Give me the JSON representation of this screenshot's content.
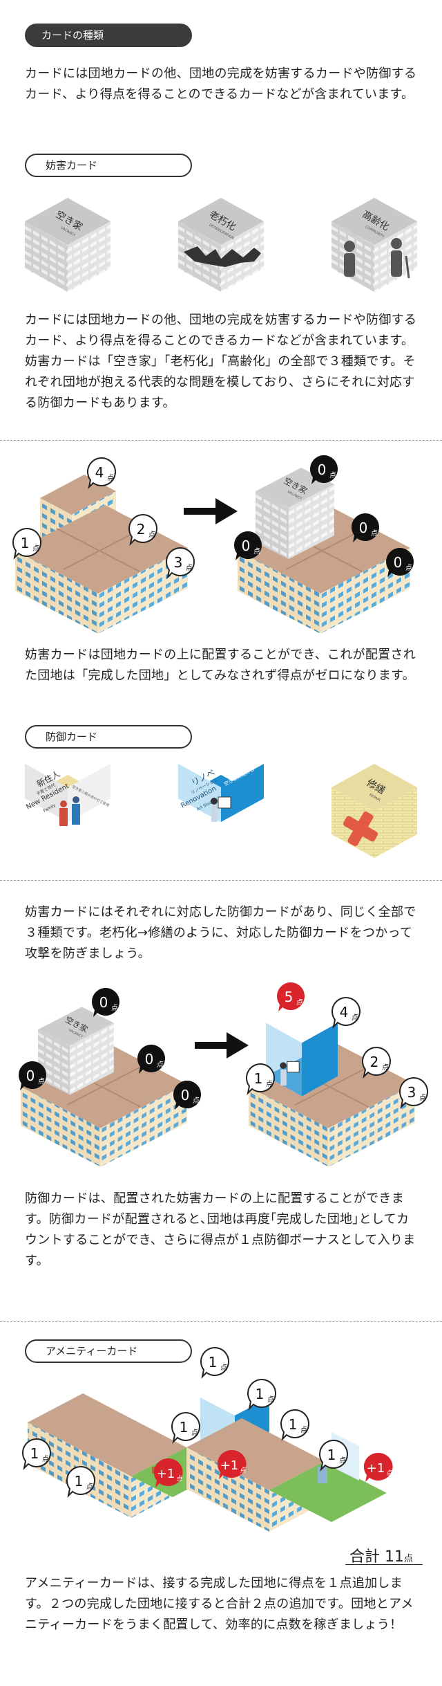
{
  "header": {
    "title": "カードの種類"
  },
  "intro": {
    "text": "カードには団地カードの他、団地の完成を妨害するカードや防御するカード、より得点を得ることのできるカードなどが含まれています。"
  },
  "obstruct": {
    "title": "妨害カード",
    "cards": [
      {
        "jp": "空き家",
        "en": "VACANCY"
      },
      {
        "jp": "老朽化",
        "en": "DETERIORATION"
      },
      {
        "jp": "高齢化",
        "en": "COMMUNITY"
      }
    ],
    "text": "カードには団地カードの他、団地の完成を妨害するカードや防御するカード、より得点を得ることのできるカードなどが含まれています。妨害カードは「空き家」「老朽化」「高齢化」の全部で３種類です。それぞれ団地が抱える代表的な問題を模しており、さらにそれに対応する防御カードもあります。"
  },
  "example1": {
    "left_scores": [
      "4",
      "2",
      "1",
      "3"
    ],
    "right_scores": [
      "0",
      "0",
      "0",
      "0"
    ],
    "unit": "点",
    "card_label_jp": "空き家",
    "card_label_en": "VACANCY",
    "text": "妨害カードは団地カードの上に配置することができ、これが配置された団地は「完成した団地」としてみなされず得点がゼロになります。"
  },
  "defense": {
    "title": "防御カード",
    "cards": [
      {
        "jp": "新住人",
        "sub": "子育て世代",
        "en": "New Resident",
        "en2": "Family",
        "note": "空き家と組み合わせて使用"
      },
      {
        "jp": "リノベ",
        "sub": "リノベーション",
        "en": "Renovation",
        "en2": "Art Studio",
        "note": "空き家に組み合"
      },
      {
        "jp": "修繕",
        "en": "REPAIR"
      }
    ]
  },
  "defense_text": {
    "text": "妨害カードにはそれぞれに対応した防御カードがあり、同じく全部で３種類です。老朽化→修繕のように、対応した防御カードをつかって攻撃を防ぎましょう。"
  },
  "example2": {
    "left_scores": [
      "0",
      "0",
      "0",
      "0"
    ],
    "right_scores": [
      "5",
      "4",
      "1",
      "2",
      "3"
    ],
    "unit": "点",
    "text": "防御カードは、配置された妨害カードの上に配置することができます。防御カードが配置されると､団地は再度｢完成した団地｣としてカウントすることができ、さらに得点が１点防御ボーナスとして入ります。"
  },
  "amenity": {
    "title": "アメニティーカード",
    "scores_white": [
      "1",
      "1",
      "1",
      "1",
      "1",
      "1",
      "1"
    ],
    "scores_red": [
      "+1",
      "+1",
      "+1"
    ],
    "unit": "点",
    "total_label": "合計 11",
    "total_unit": "点",
    "text": "アメニティーカードは、接する完成した団地に得点を１点追加します。２つの完成した団地に接すると合計２点の追加です。団地とアメニティーカードをうまく配置して、効率的に点数を稼ぎましょう！"
  },
  "colors": {
    "roof": "#c9a48c",
    "wall": "#f5e6c8",
    "window": "#5aa9d8",
    "red": "#d9242b",
    "blue": "#1d8fd0",
    "dark": "#3b3b3b"
  }
}
